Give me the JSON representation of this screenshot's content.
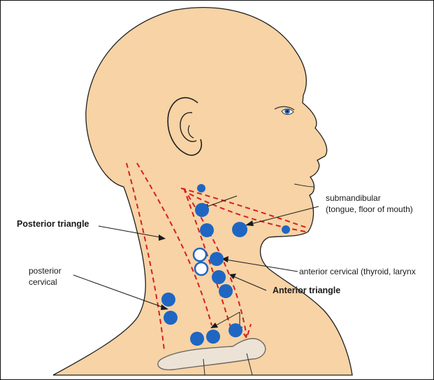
{
  "labels": {
    "submandibular": "submandibular",
    "submandibular_detail": "(tongue, floor of mouth)",
    "posterior_triangle": "Posterior triangle",
    "posterior_cervical_line1": "posterior",
    "posterior_cervical_line2": "cervical",
    "anterior_cervical": "anterior cervical (thyroid, larynx",
    "anterior_triangle": "Anterior triangle"
  },
  "colors": {
    "skin": "#f7d3a5",
    "skin_outline": "#1f1f1f",
    "node_fill": "#1f66c2",
    "node_outline": "#1f66c2",
    "triangle_dash": "#d62020",
    "leader_line": "#1a1a1a",
    "clavicle": "#ece3d6"
  },
  "nodes": {
    "filled_count": 13,
    "hollow_count": 2
  }
}
